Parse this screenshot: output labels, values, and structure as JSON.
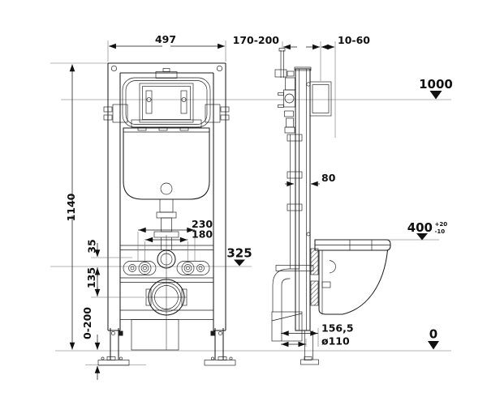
{
  "page": {
    "background": "#ffffff",
    "line_color": "#1c1c1c",
    "level_line_color": "#9c9c9c"
  },
  "drawing": {
    "type": "installation-diagram",
    "dimensions": {
      "frame_width": "497",
      "install_depth": "170-200",
      "wall_offset": "10-60",
      "level_flush_plate": "1000",
      "frame_height": "1140",
      "offset_35": "35",
      "offset_135": "135",
      "bolt_spacing_wide": "230",
      "bolt_spacing_narrow": "180",
      "level_bolts": "325",
      "rail_depth": "80",
      "level_seat": "400",
      "seat_tol_plus": "+20",
      "seat_tol_minus": "-10",
      "foot_adjust_range": "0-200",
      "outlet_offset": "156,5",
      "outlet_pipe_diameter": "ø110",
      "level_floor": "0"
    }
  }
}
